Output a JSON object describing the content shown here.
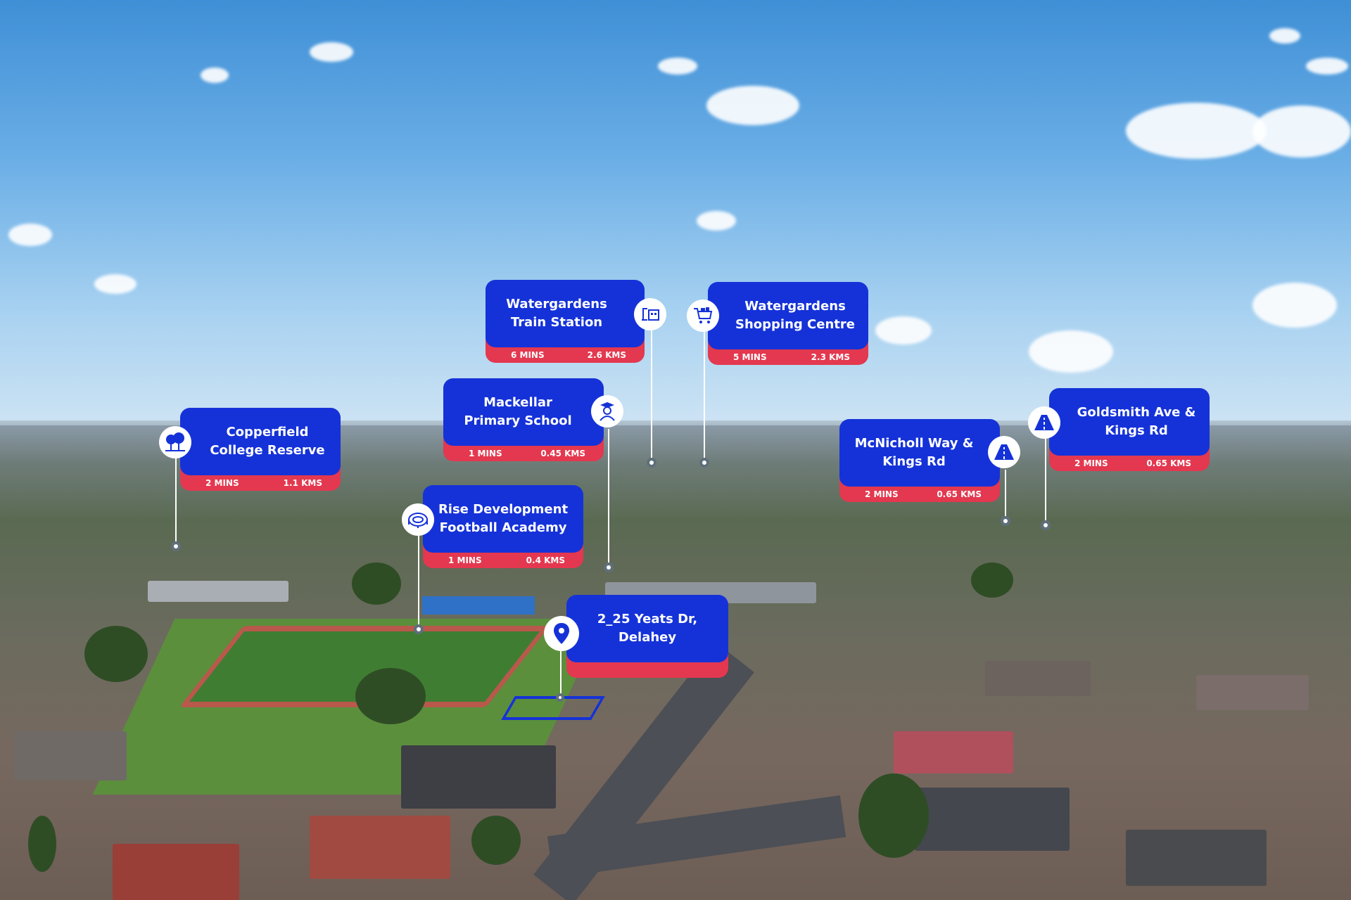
{
  "colors": {
    "card": "#1532d8",
    "footer": "#e3384f",
    "sky": "#5da4e0"
  },
  "property": {
    "label": "2_25 Yeats Dr, Delahey",
    "icon": "location-pin-icon"
  },
  "pois": [
    {
      "id": "watergardens-train",
      "title": "Watergardens Train Station",
      "mins": "6 MINS",
      "kms": "2.6 KMS",
      "icon": "train-station-icon"
    },
    {
      "id": "watergardens-shopping",
      "title": "Watergardens Shopping Centre",
      "mins": "5 MINS",
      "kms": "2.3 KMS",
      "icon": "shopping-cart-icon"
    },
    {
      "id": "mackellar",
      "title": "Mackellar Primary School",
      "mins": "1 MINS",
      "kms": "0.45 KMS",
      "icon": "graduate-icon"
    },
    {
      "id": "copperfield",
      "title": "Copperfield College Reserve",
      "mins": "2 MINS",
      "kms": "1.1 KMS",
      "icon": "trees-icon"
    },
    {
      "id": "rise",
      "title": "Rise Development Football Academy",
      "mins": "1 MINS",
      "kms": "0.4 KMS",
      "icon": "stadium-icon"
    },
    {
      "id": "mcnicholl",
      "title": "McNicholl Way & Kings Rd",
      "mins": "2 MINS",
      "kms": "0.65 KMS",
      "icon": "road-icon"
    },
    {
      "id": "goldsmith",
      "title": "Goldsmith Ave & Kings Rd",
      "mins": "2 MINS",
      "kms": "0.65 KMS",
      "icon": "road-icon"
    }
  ]
}
